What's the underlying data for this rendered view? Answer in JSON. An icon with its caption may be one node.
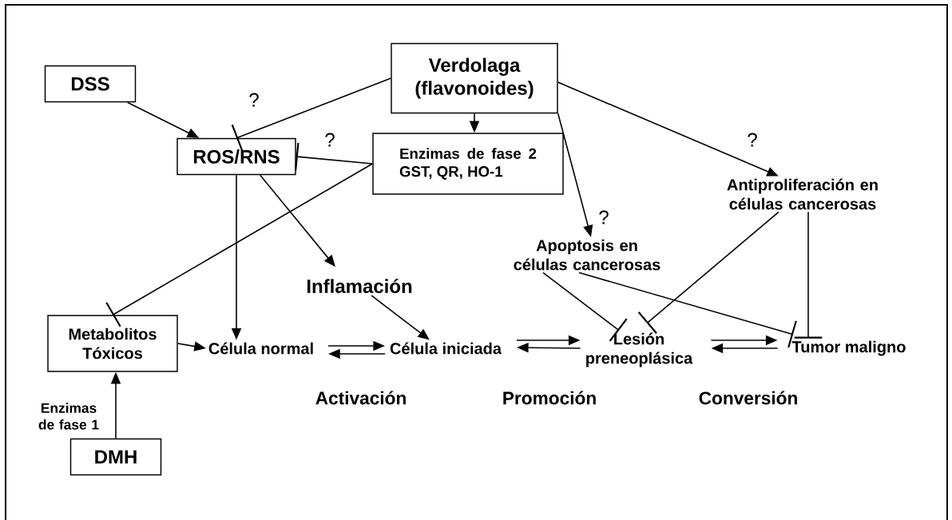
{
  "diagram": {
    "nodes": [
      {
        "text": [
          "DSS"
        ]
      },
      {
        "text": [
          "Verdolaga (flavonoides)"
        ]
      },
      {
        "text": [
          "ROS/RNS"
        ]
      },
      {
        "text": [
          "Enzimas de fase 2 GST, QR, HO-1"
        ]
      },
      {
        "text": [
          "Antiproliferación en células cancerosas"
        ]
      },
      {
        "text": [
          "Apoptosis en células cancerosas"
        ]
      },
      {
        "text": [
          "Inflamación"
        ]
      },
      {
        "text": [
          "Metabolitos Tóxicos"
        ]
      },
      {
        "text": [
          "Célula normal"
        ]
      },
      {
        "text": [
          "Célula iniciada"
        ]
      },
      {
        "text": [
          "Lesión preneoplásica"
        ]
      },
      {
        "text": [
          "Tumor maligno"
        ]
      },
      {
        "text": [
          "DMH"
        ]
      }
    ],
    "edges": [
      {
        "from": 0,
        "to": 2,
        "arrow": "to"
      },
      {
        "from": 1,
        "to": 2,
        "arrow": "other",
        "label": "?"
      },
      {
        "from": 1,
        "to": 3,
        "arrow": "to"
      },
      {
        "from": 3,
        "to": 2,
        "arrow": "other",
        "label": "?"
      },
      {
        "from": 3,
        "to": 7,
        "arrow": "other"
      },
      {
        "from": 1,
        "to": 4,
        "arrow": "to",
        "label": "?"
      },
      {
        "from": 1,
        "to": 5,
        "arrow": "to",
        "label": "?"
      },
      {
        "from": 2,
        "to": 8,
        "arrow": "to"
      },
      {
        "from": 2,
        "to": 6,
        "arrow": "to"
      },
      {
        "from": 6,
        "to": 9,
        "arrow": "to"
      },
      {
        "from": 7,
        "to": 8,
        "arrow": "to"
      },
      {
        "from": 12,
        "to": 7,
        "arrow": "to",
        "label": "Enzimas de fase 1"
      },
      {
        "from": 8,
        "to": 9,
        "arrow": "to"
      },
      {
        "from": 9,
        "to": 8,
        "arrow": "to"
      },
      {
        "from": 9,
        "to": 10,
        "arrow": "to"
      },
      {
        "from": 10,
        "to": 9,
        "arrow": "to"
      },
      {
        "from": 10,
        "to": 11,
        "arrow": "to"
      },
      {
        "from": 11,
        "to": 10,
        "arrow": "to"
      },
      {
        "from": 5,
        "to": 10,
        "arrow": "other"
      },
      {
        "from": 5,
        "to": 11,
        "arrow": "other"
      },
      {
        "from": 4,
        "to": 10,
        "arrow": "other"
      },
      {
        "from": 4,
        "to": 11,
        "arrow": "other"
      }
    ],
    "labels": [
      "Activación",
      "Promoción",
      "Conversión"
    ]
  }
}
